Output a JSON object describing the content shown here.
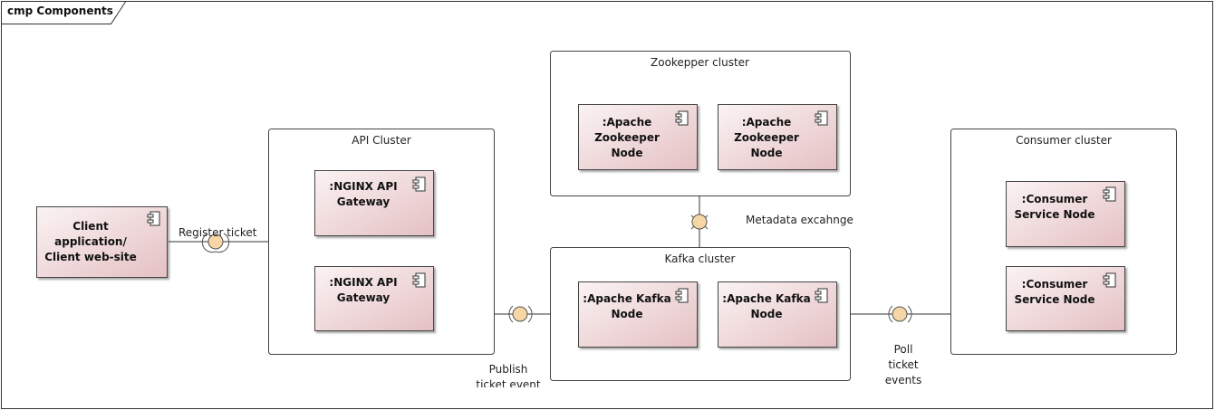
{
  "frame": {
    "title": "cmp Components"
  },
  "components": {
    "client": "Client\napplication/\nClient web-site",
    "nginx_1": ":NGINX API\nGateway",
    "nginx_2": ":NGINX API\nGateway",
    "zookeeper_1": ":Apache\nZookeeper\nNode",
    "zookeeper_2": ":Apache\nZookeeper\nNode",
    "kafka_1": ":Apache Kafka\nNode",
    "kafka_2": ":Apache Kafka\nNode",
    "consumer_1": ":Consumer\nService Node",
    "consumer_2": ":Consumer\nService Node"
  },
  "clusters": {
    "api": "API Cluster",
    "zookeeper": "Zookepper cluster",
    "kafka": "Kafka cluster",
    "consumer": "Consumer cluster"
  },
  "interfaces": {
    "register": "Register ticket",
    "metadata": "Metadata excahnge",
    "publish": "Publish\nticket event",
    "poll": "Poll\nticket\nevents"
  },
  "colors": {
    "component_fill_start": "#fbf3f3",
    "component_fill_end": "#e6c4c6",
    "interface_fill": "#f6d6a4"
  }
}
